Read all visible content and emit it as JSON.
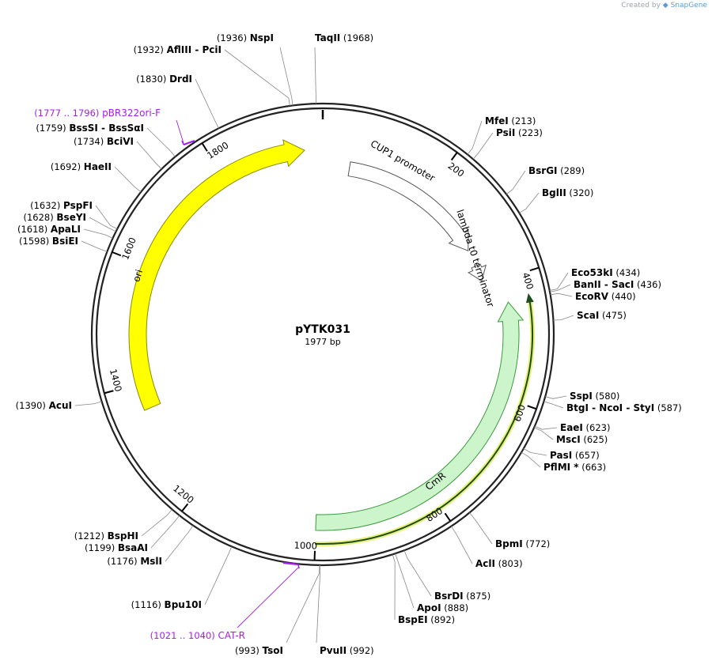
{
  "watermark": {
    "prefix": "Created by",
    "name": "SnapGene"
  },
  "plasmid": {
    "name": "pYTK031",
    "length_label": "1977 bp",
    "length": 1977
  },
  "scale_ticks": [
    {
      "pos": 200,
      "label": "200"
    },
    {
      "pos": 400,
      "label": "400"
    },
    {
      "pos": 600,
      "label": "600"
    },
    {
      "pos": 800,
      "label": "800"
    },
    {
      "pos": 1000,
      "label": "1000"
    },
    {
      "pos": 1200,
      "label": "1200"
    },
    {
      "pos": 1400,
      "label": "1400"
    },
    {
      "pos": 1600,
      "label": "1600"
    },
    {
      "pos": 1800,
      "label": "1800"
    }
  ],
  "features": [
    {
      "name": "CUP1 promoter",
      "start": 50,
      "end": 330,
      "color": "#ffffff",
      "stroke": "#555555",
      "direction": 1,
      "label": "CUP1 promoter"
    },
    {
      "name": "lambda t0 terminator",
      "start": 362,
      "end": 392,
      "color": "#ffffff",
      "stroke": "#555555",
      "direction": 1,
      "label": "lambda t0 terminator"
    },
    {
      "name": "CmR",
      "start": 440,
      "end": 1000,
      "color": "#ccf5cc",
      "stroke": "#3c9a3c",
      "direction": -1,
      "label": "CmR"
    },
    {
      "name": "ori",
      "start": 1356,
      "end": 1946,
      "color": "#ffff00",
      "stroke": "#8a8a00",
      "direction": 1,
      "label": "ori"
    }
  ],
  "orf": {
    "start": 440,
    "end": 1000
  },
  "primers": [
    {
      "name": "pBR322ori-F",
      "range": "(1777 .. 1796)",
      "start": 1777,
      "end": 1796
    },
    {
      "name": "CAT-R",
      "range": "(1021 .. 1040)",
      "start": 1021,
      "end": 1040
    }
  ],
  "sites_right": [
    {
      "names": [
        "MfeI"
      ],
      "pos": "(213)",
      "site": 213
    },
    {
      "names": [
        "PsiI"
      ],
      "pos": "(223)",
      "site": 223
    },
    {
      "names": [
        "BsrGI"
      ],
      "pos": "(289)",
      "site": 289
    },
    {
      "names": [
        "BglII"
      ],
      "pos": "(320)",
      "site": 320
    },
    {
      "names": [
        "Eco53kI"
      ],
      "pos": "(434)",
      "site": 434
    },
    {
      "names": [
        "BanII",
        "SacI"
      ],
      "pos": "(436)",
      "site": 436
    },
    {
      "names": [
        "EcoRV"
      ],
      "pos": "(440)",
      "site": 440
    },
    {
      "names": [
        "ScaI"
      ],
      "pos": "(475)",
      "site": 475
    },
    {
      "names": [
        "SspI"
      ],
      "pos": "(580)",
      "site": 580
    },
    {
      "names": [
        "BtgI",
        "NcoI",
        "StyI"
      ],
      "pos": "(587)",
      "site": 587
    },
    {
      "names": [
        "EaeI"
      ],
      "pos": "(623)",
      "site": 623
    },
    {
      "names": [
        "MscI"
      ],
      "pos": "(625)",
      "site": 625
    },
    {
      "names": [
        "PasI"
      ],
      "pos": "(657)",
      "site": 657
    },
    {
      "names": [
        "PflMI *"
      ],
      "pos": "(663)",
      "site": 663
    },
    {
      "names": [
        "BpmI"
      ],
      "pos": "(772)",
      "site": 772
    },
    {
      "names": [
        "AclI"
      ],
      "pos": "(803)",
      "site": 803
    },
    {
      "names": [
        "BsrDI"
      ],
      "pos": "(875)",
      "site": 875
    },
    {
      "names": [
        "ApoI"
      ],
      "pos": "(888)",
      "site": 888
    },
    {
      "names": [
        "BspEI"
      ],
      "pos": "(892)",
      "site": 892
    },
    {
      "names": [
        "PvuII"
      ],
      "pos": "(992)",
      "site": 992
    },
    {
      "names": [
        "TaqII"
      ],
      "pos": "(1968)",
      "site": 1968
    }
  ],
  "sites_left": [
    {
      "names": [
        "TsoI"
      ],
      "pos": "(993)",
      "site": 993
    },
    {
      "names": [
        "Bpu10I"
      ],
      "pos": "(1116)",
      "site": 1116
    },
    {
      "names": [
        "MslI"
      ],
      "pos": "(1176)",
      "site": 1176
    },
    {
      "names": [
        "BsaAI"
      ],
      "pos": "(1199)",
      "site": 1199
    },
    {
      "names": [
        "BspHI"
      ],
      "pos": "(1212)",
      "site": 1212
    },
    {
      "names": [
        "AcuI"
      ],
      "pos": "(1390)",
      "site": 1390
    },
    {
      "names": [
        "BsiEI"
      ],
      "pos": "(1598)",
      "site": 1598
    },
    {
      "names": [
        "ApaLI"
      ],
      "pos": "(1618)",
      "site": 1618
    },
    {
      "names": [
        "BseYI"
      ],
      "pos": "(1628)",
      "site": 1628
    },
    {
      "names": [
        "PspFI"
      ],
      "pos": "(1632)",
      "site": 1632
    },
    {
      "names": [
        "HaeII"
      ],
      "pos": "(1692)",
      "site": 1692
    },
    {
      "names": [
        "BciVI"
      ],
      "pos": "(1734)",
      "site": 1734
    },
    {
      "names": [
        "BssSI",
        "BssSαI"
      ],
      "pos": "(1759)",
      "site": 1759
    },
    {
      "names": [
        "DrdI"
      ],
      "pos": "(1830)",
      "site": 1830
    },
    {
      "names": [
        "AflIII",
        "PciI"
      ],
      "pos": "(1932)",
      "site": 1932
    },
    {
      "names": [
        "NspI"
      ],
      "pos": "(1936)",
      "site": 1936
    }
  ]
}
